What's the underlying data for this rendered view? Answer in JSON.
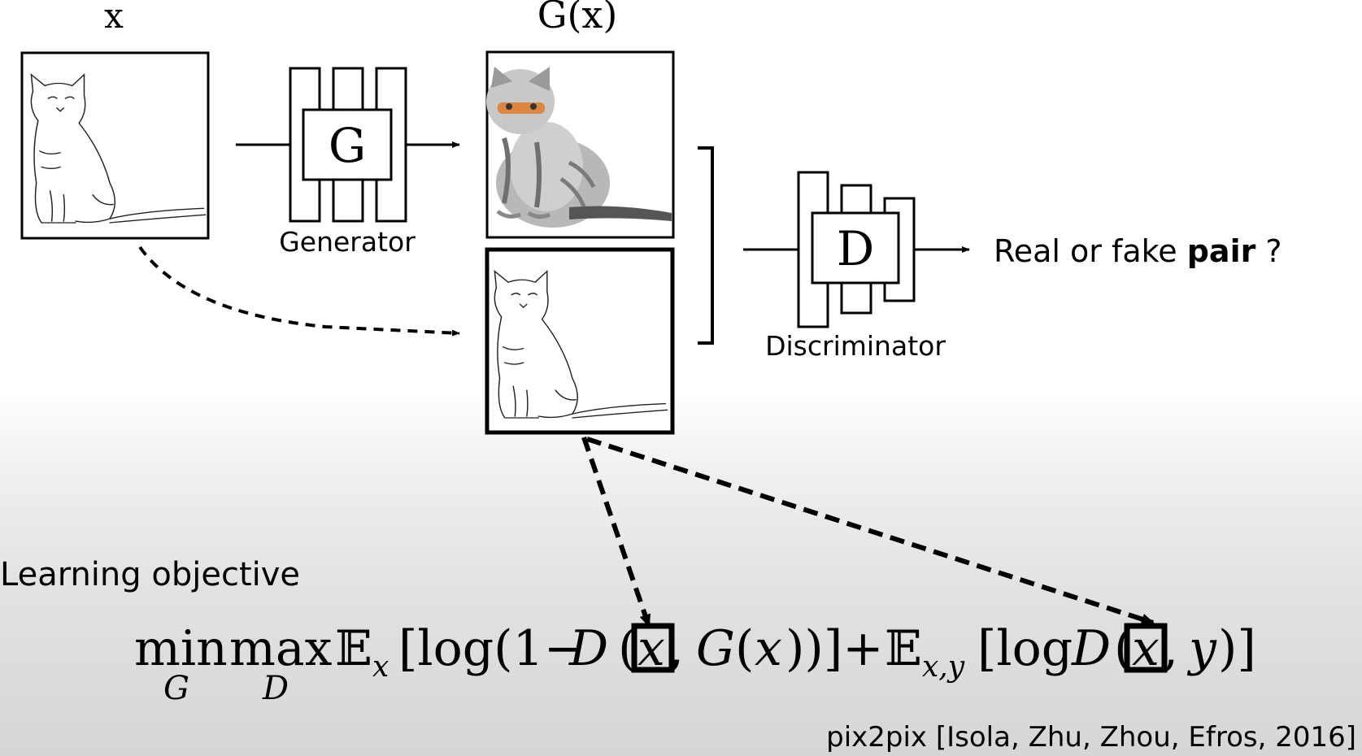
{
  "labels": {
    "input_x": "x",
    "output_gx": "G(x)",
    "generator_letter": "G",
    "generator_caption": "Generator",
    "discriminator_letter": "D",
    "discriminator_caption": "Discriminator",
    "question_prefix": "Real or fake ",
    "question_bold": "pair",
    "question_suffix": " ?",
    "objective_title": "Learning objective",
    "citation": "pix2pix [Isola, Zhu, Zhou, Efros, 2016]"
  },
  "equation": {
    "min": "min",
    "min_sub": "G",
    "max": "max",
    "max_sub": "D",
    "expect1": "𝔼",
    "expect1_sub": "x",
    "term1_a": "[log(1−",
    "term1_D": "D",
    "term1_paren_open": "(",
    "term1_x_boxed": "x",
    "term1_b": ", ",
    "term1_G": "G",
    "term1_c": "(",
    "term1_x": "x",
    "term1_d": "))]+",
    "expect2": "𝔼",
    "expect2_sub": "x,y",
    "term2_a": "[log ",
    "term2_D": "D",
    "term2_paren_open": "(",
    "term2_x_boxed": "x",
    "term2_b": ", ",
    "term2_y": "y",
    "term2_c": ")]"
  },
  "colors": {
    "ink": "#000000",
    "cat_eye_orange": "#e07a2a",
    "cat_fur_gray": "#8a8a8a"
  },
  "icons": {
    "sketch": "cat-sketch-image",
    "photo": "cat-photo-image"
  }
}
